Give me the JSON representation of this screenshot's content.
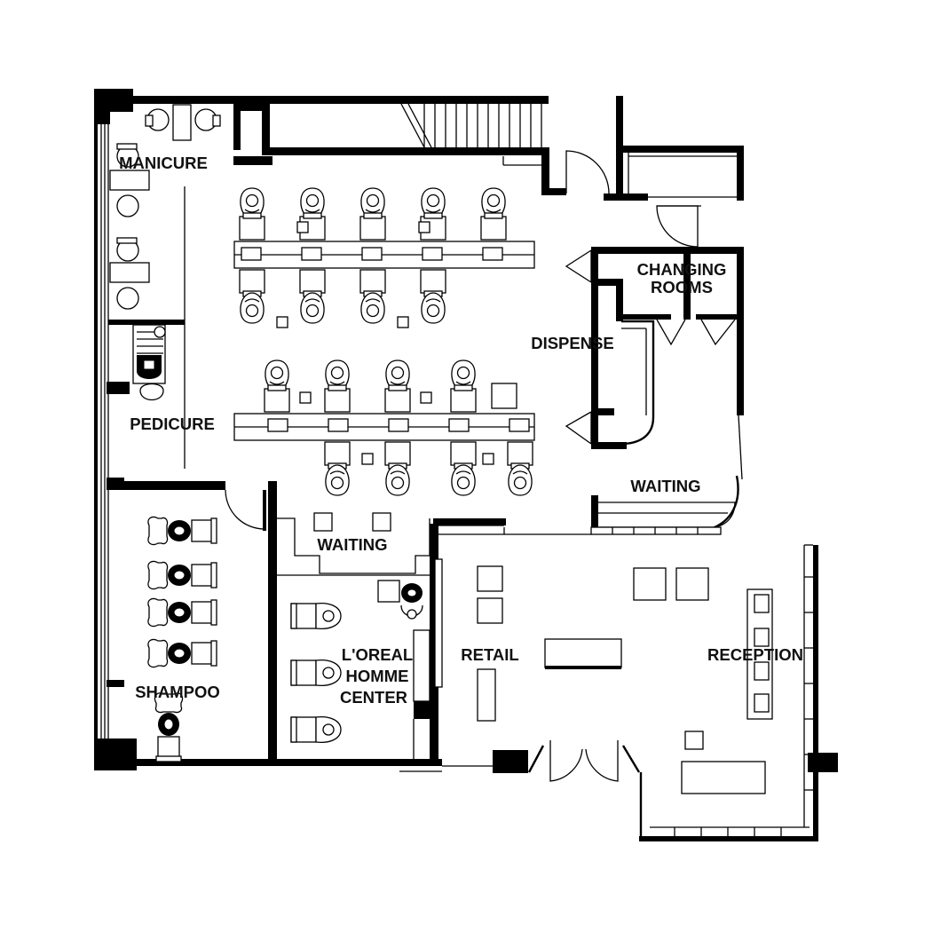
{
  "plan": {
    "rooms": {
      "manicure": "MANICURE",
      "pedicure": "PEDICURE",
      "changing_1": "CHANGING",
      "changing_2": "ROOMS",
      "dispense": "DISPENSE",
      "waiting_right": "WAITING",
      "waiting_center": "WAITING",
      "shampoo": "SHAMPOO",
      "loreal_1": "L'OREAL",
      "loreal_2": "HOMME",
      "loreal_3": "CENTER",
      "retail": "RETAIL",
      "reception": "RECEPTION"
    }
  }
}
